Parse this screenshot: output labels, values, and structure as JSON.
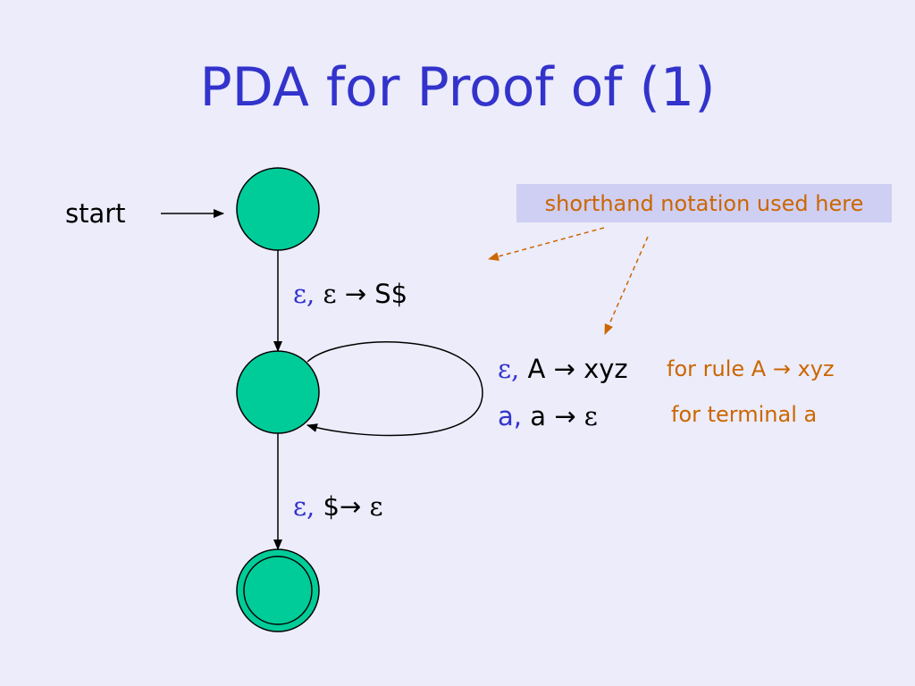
{
  "title": "PDA for Proof of (1)",
  "start_label": "start",
  "edges": {
    "push_start": {
      "a": "ε,",
      "b": "ε",
      "arrow": "→",
      "result": "S$"
    },
    "rule_loop": {
      "a": "ε,",
      "b": "A",
      "arrow": "→",
      "result": "xyz"
    },
    "terminal_loop": {
      "a": "a,",
      "b": "a",
      "arrow": "→",
      "result": "ε"
    },
    "pop_end": {
      "a": "ε,",
      "b": "$",
      "arrow": "→",
      "result": "ε"
    }
  },
  "notes": {
    "shorthand": "shorthand notation used here",
    "rule_prefix": "for rule A",
    "rule_arrow": "→",
    "rule_suffix": "xyz",
    "terminal": "for terminal a"
  },
  "colors": {
    "background": "#ECECFB",
    "state_fill": "#00CC99",
    "title": "#3333CC",
    "note": "#CC6600",
    "note_box": "#CFCFF4"
  }
}
